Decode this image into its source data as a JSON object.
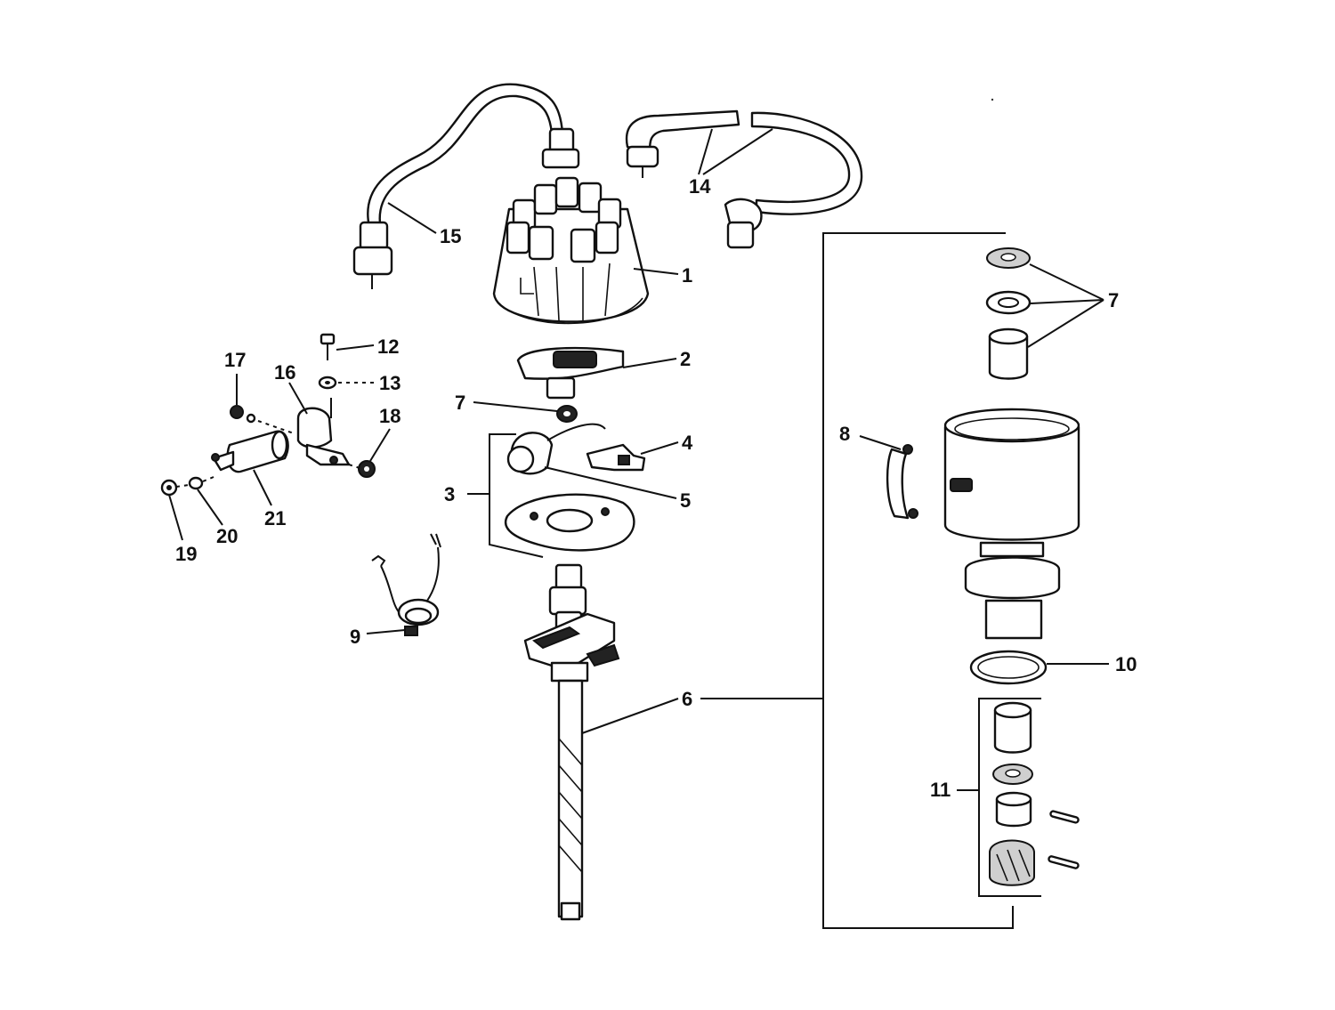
{
  "diagram": {
    "callouts": [
      {
        "id": "c1",
        "text": "1"
      },
      {
        "id": "c2",
        "text": "2"
      },
      {
        "id": "c3",
        "text": "3"
      },
      {
        "id": "c4",
        "text": "4"
      },
      {
        "id": "c5",
        "text": "5"
      },
      {
        "id": "c6",
        "text": "6"
      },
      {
        "id": "c7a",
        "text": "7"
      },
      {
        "id": "c7b",
        "text": "7"
      },
      {
        "id": "c8",
        "text": "8"
      },
      {
        "id": "c9",
        "text": "9"
      },
      {
        "id": "c10",
        "text": "10"
      },
      {
        "id": "c11",
        "text": "11"
      },
      {
        "id": "c12",
        "text": "12"
      },
      {
        "id": "c13",
        "text": "13"
      },
      {
        "id": "c14",
        "text": "14"
      },
      {
        "id": "c15",
        "text": "15"
      },
      {
        "id": "c16",
        "text": "16"
      },
      {
        "id": "c17",
        "text": "17"
      },
      {
        "id": "c18",
        "text": "18"
      },
      {
        "id": "c19",
        "text": "19"
      },
      {
        "id": "c20",
        "text": "20"
      },
      {
        "id": "c21",
        "text": "21"
      }
    ]
  }
}
